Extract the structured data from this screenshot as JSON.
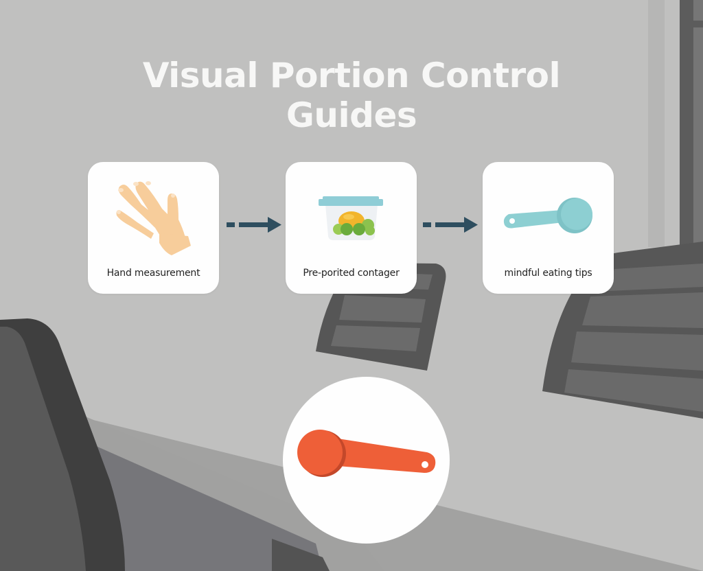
{
  "title": {
    "line1": "Visual Portion Control",
    "line2": "Guides"
  },
  "steps": [
    {
      "label": "Hand measurement",
      "icon": "hand-icon"
    },
    {
      "label": "Pre-porited contager",
      "icon": "food-container-icon"
    },
    {
      "label": "mindful eating tips",
      "icon": "measuring-spoon-icon"
    }
  ],
  "connectors": [
    {
      "icon": "dashed-arrow-right-icon"
    },
    {
      "icon": "dashed-arrow-right-icon"
    }
  ],
  "featured": {
    "icon": "measuring-spoon-icon"
  },
  "colors": {
    "background": "#c0c0bf",
    "title": "#f7f7f6",
    "arrow": "#2e4e5f",
    "hand": "#f7cd9b",
    "container_lid": "#8fcdd6",
    "food_yellow": "#f2b52c",
    "food_green": "#7dbb45",
    "spoon_teal": "#8dcfd2",
    "spoon_orange": "#ee5f38",
    "chair_dark": "#555555"
  }
}
